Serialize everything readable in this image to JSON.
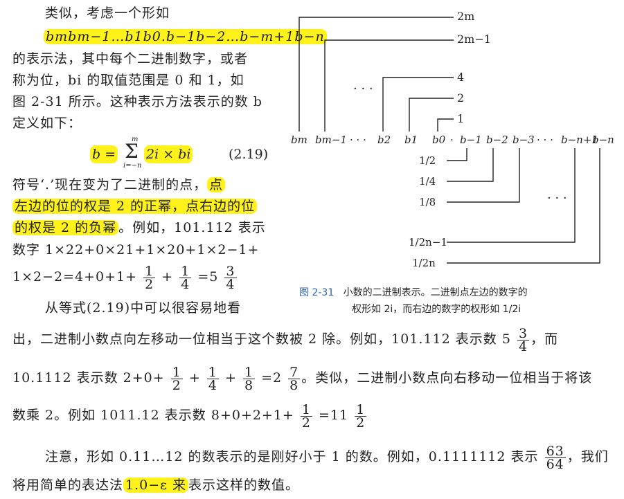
{
  "left": {
    "l1": "类似，考虑一个形如",
    "expr": "bmbm−1…b1b0.b−1b−2…b−m+1b−n",
    "l3": "的表示法，其中每个二进制数字，或者",
    "l4": "称为位，bi 的取值范围是 0 和 1，如",
    "l5": "图 2-31 所示。这种表示方法表示的数 b",
    "l6": "定义如下：",
    "formula_lhs": "b =",
    "formula_sum": "Σ",
    "formula_top": "m",
    "formula_bottom": "i=−n",
    "formula_body": "2i × bi",
    "eq_num": "(2.19)",
    "l8a": "符号‘.’现在变为了二进制的点，",
    "l8b": "点",
    "l9": "左边的位的权是 2 的正幂，点右边的位",
    "l10a": "的权是 2 的负幂",
    "l10b": "。例如，101.112 表示",
    "l11": "数字 1×22+0×21+1×20+1×2−1+",
    "l12a": "1×2−2=4+0+1+",
    "l12b": "+",
    "l12c": "=5",
    "half_n": "1",
    "half_d": "2",
    "quarter_n": "1",
    "quarter_d": "4",
    "three_n": "3",
    "three_d": "4",
    "l13": "从等式(2.19)中可以很容易地看"
  },
  "figure": {
    "top_labels": [
      "2m",
      "2m−1",
      "4",
      "2",
      "1"
    ],
    "dots": "· · ·",
    "bits": [
      "bm",
      "bm−1",
      "· · ·",
      "b2",
      "b1",
      "b0",
      "·",
      "b−1",
      "b−2",
      "b−3",
      "· · ·",
      "b−n+1",
      "b−n"
    ],
    "bottom_labels": [
      "1/2",
      "1/4",
      "1/8",
      "1/2n−1",
      "1/2n"
    ],
    "caption_num": "图 2-31",
    "caption_l1": "小数的二进制表示。二进制点左边的数字的",
    "caption_l2": "权形如 2i，而右边的数字的权形如 1/2i"
  },
  "bottom": {
    "p1": "出，二进制小数点向左移动一位相当于这个数被 2 除。例如，101.112 表示数 5",
    "p1_end": "，而",
    "p2a": "10.1112 表示数 2+0+",
    "p2b": "+",
    "p2c": "+",
    "p2d": "=2",
    "p2e": "。类似，二进制小数点向右移动一位相当于将该",
    "p2_7": "7",
    "p2_8": "8",
    "p2_1": "1",
    "p2_2": "2",
    "p2_4": "4",
    "p3a": "数乘 2。例如 1011.12 表示数 8+0+2+1+",
    "p3b": "=11",
    "p4a": "注意，形如 0.11…12 的数表示的是刚好小于 1 的数。例如，0.1111112 表示",
    "p4b": "，我们",
    "f63": "63",
    "f64": "64",
    "p5a": "将用简单的表达法",
    "p5hl": "1.0−ε 来",
    "p5b": "表示这样的数值。"
  }
}
